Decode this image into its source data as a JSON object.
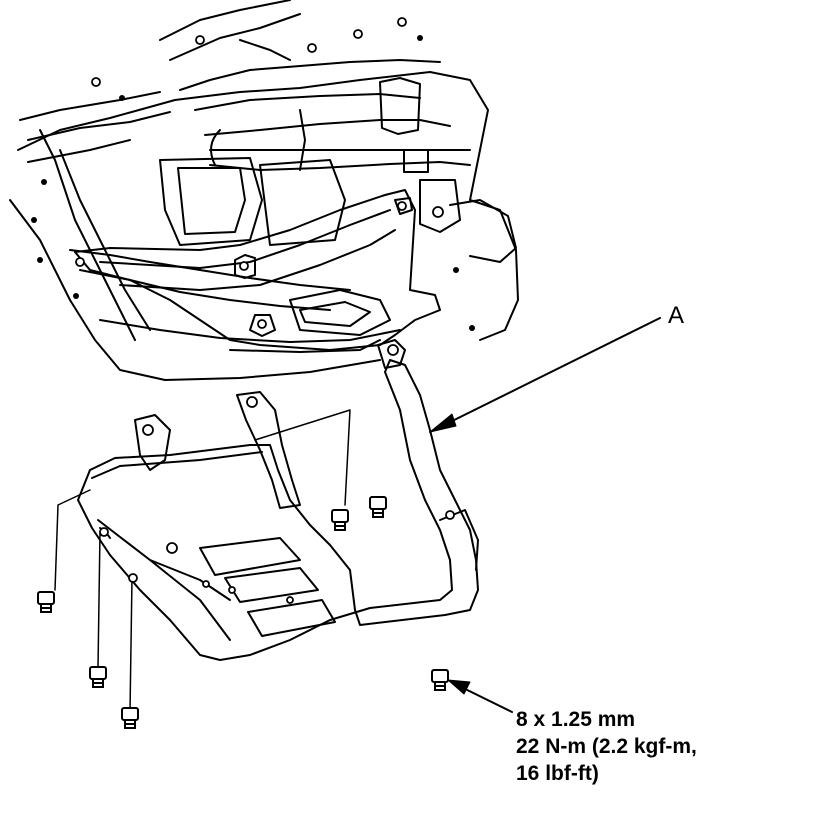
{
  "callouts": {
    "part_label": "A",
    "fastener_size": "8 x 1.25 mm",
    "torque_line1": "22 N-m (2.2 kgf-m,",
    "torque_line2": "16 lbf-ft)"
  },
  "colors": {
    "ink": "#000000",
    "paper": "#ffffff"
  }
}
